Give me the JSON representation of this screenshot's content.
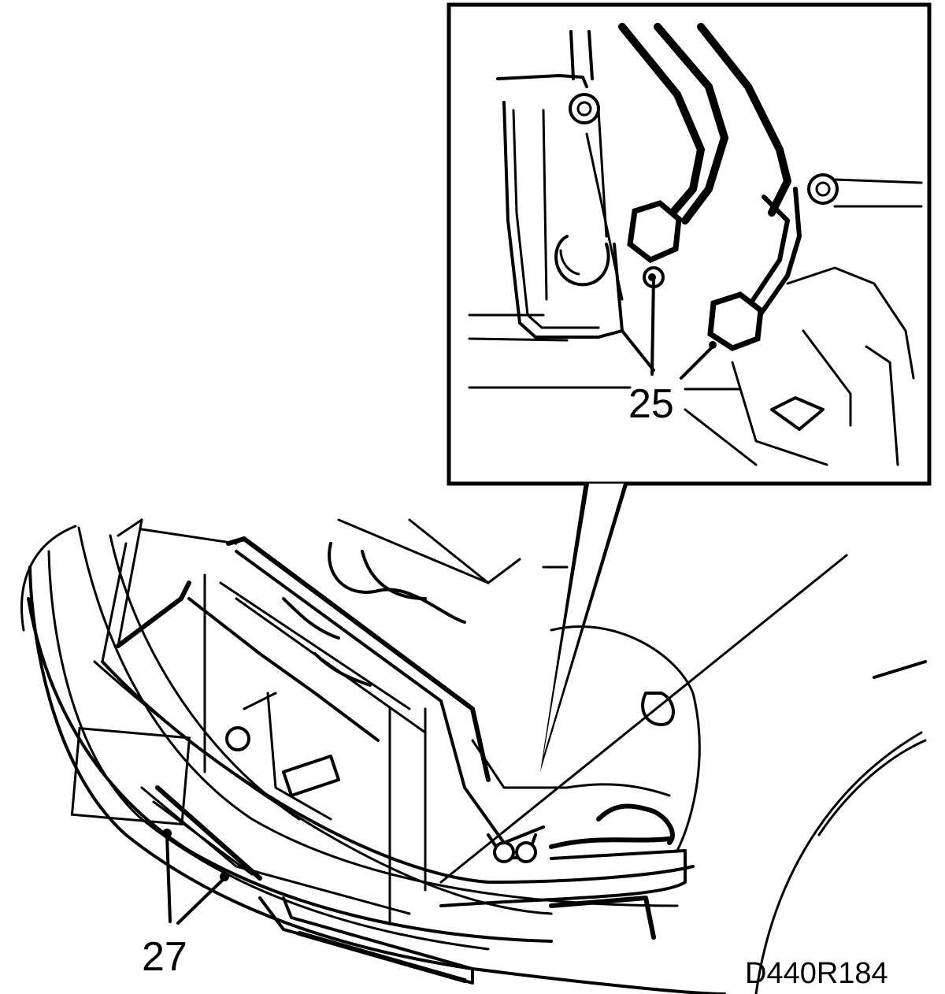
{
  "diagram": {
    "labels": {
      "callout_25": "25",
      "callout_27": "27",
      "figure_code": "D440R184"
    },
    "icons": {
      "inset_detail": "pipe-union-nuts-closeup",
      "main_view": "front-bumper-assembly"
    }
  }
}
